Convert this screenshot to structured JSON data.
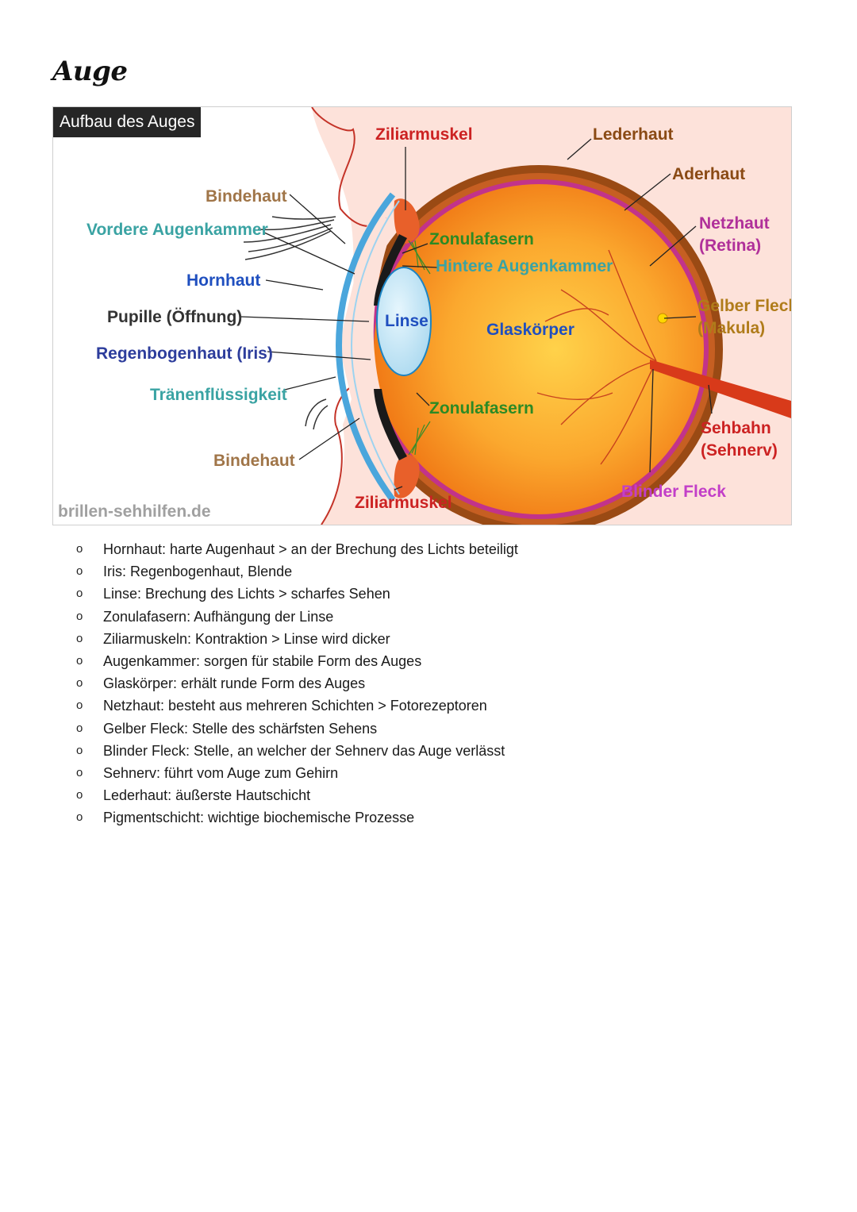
{
  "page": {
    "title": "Auge"
  },
  "figure": {
    "header": "Aufbau des Auges",
    "credit": "brillen-sehhilfen.de",
    "labels": {
      "bindehaut_top": "Bindehaut",
      "vordere_augenkammer": "Vordere Augenkammer",
      "hornhaut": "Hornhaut",
      "pupille": "Pupille (Öffnung)",
      "regenbogenhaut": "Regenbogenhaut (Iris)",
      "traenenfluessigkeit": "Tränenflüssigkeit",
      "bindehaut_bottom": "Bindehaut",
      "ziliarmuskel_top": "Ziliarmuskel",
      "ziliarmuskel_bottom": "Ziliarmuskel",
      "zonulafasern_top": "Zonulafasern",
      "zonulafasern_bottom": "Zonulafasern",
      "hintere_augenkammer": "Hintere Augenkammer",
      "linse": "Linse",
      "glaskoerper": "Glaskörper",
      "lederhaut": "Lederhaut",
      "aderhaut": "Aderhaut",
      "netzhaut_1": "Netzhaut",
      "netzhaut_2": "(Retina)",
      "gelber_fleck_1": "Gelber Fleck",
      "gelber_fleck_2": "(Makula)",
      "sehbahn_1": "Sehbahn",
      "sehbahn_2": "(Sehnerv)",
      "blinder_fleck": "Blinder Fleck"
    }
  },
  "notes": {
    "bullet": "o",
    "items": [
      "Hornhaut: harte Augenhaut > an der Brechung des Lichts beteiligt",
      "Iris: Regenbogenhaut, Blende",
      "Linse: Brechung des Lichts > scharfes Sehen",
      "Zonulafasern: Aufhängung der Linse",
      "Ziliarmuskeln: Kontraktion > Linse wird dicker",
      "Augenkammer: sorgen für stabile Form des Auges",
      "Glaskörper: erhält runde Form des Auges",
      "Netzhaut: besteht aus mehreren Schichten > Fotorezeptoren",
      "Gelber Fleck: Stelle des schärfsten Sehens",
      "Blinder Fleck: Stelle, an welcher der Sehnerv das Auge verlässt",
      "Sehnerv: führt vom Auge zum Gehirn",
      "Lederhaut: äußerste Hautschicht",
      "Pigmentschicht: wichtige biochemische Prozesse"
    ]
  },
  "colors": {
    "skin_bg": "#fde2da",
    "eye_outer": "#9a4a14",
    "eye_fill": "#f7931e",
    "retina": "#c2338a",
    "lens_fill": "#bde3f4",
    "lens_stroke": "#1b84c4",
    "cornea": "#4aa6dc",
    "nerve": "#d83a1a"
  }
}
